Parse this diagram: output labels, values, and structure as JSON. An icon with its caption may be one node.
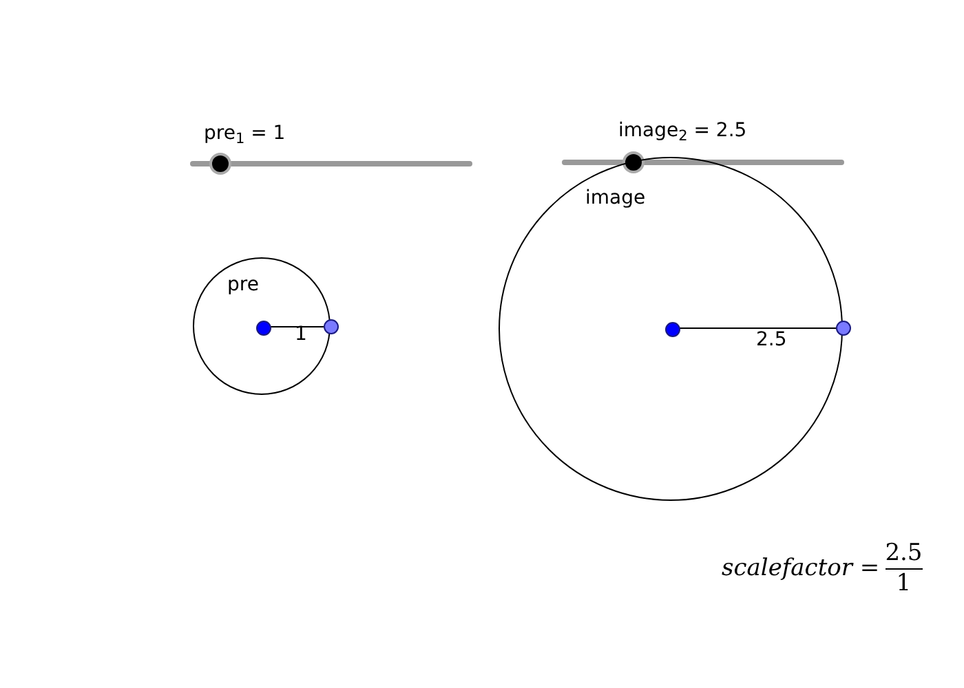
{
  "diagram": {
    "nodes": [
      {
        "text": [
          "pre"
        ]
      },
      {
        "text": [],
        "shape": "circle",
        "in": 0
      },
      {
        "text": [],
        "shape": "circle"
      },
      {
        "text": [
          "image"
        ]
      },
      {
        "text": [],
        "shape": "circle",
        "in": 3
      },
      {
        "text": [],
        "shape": "circle"
      }
    ],
    "edges": [
      {
        "from": 1,
        "to": 2,
        "arrow": "none",
        "label": "1"
      },
      {
        "from": 4,
        "to": 5,
        "arrow": "none",
        "label": "2.5"
      }
    ],
    "labels": [
      "pre$_{1}$ = 1",
      "image$_{2}$ = 2.5",
      "*scalefactor* =",
      "2.5",
      "1"
    ]
  }
}
